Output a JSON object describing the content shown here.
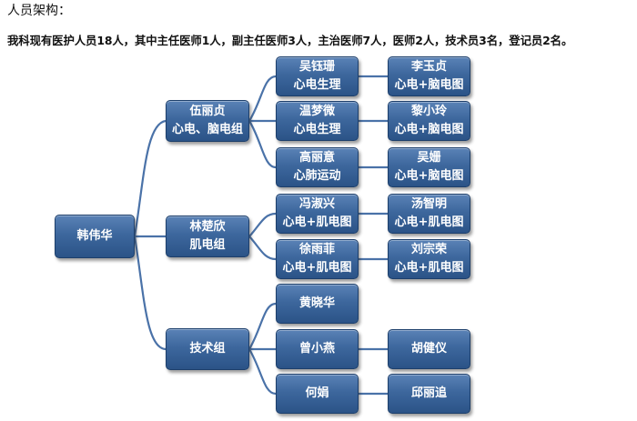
{
  "heading": "人员架构：",
  "description": "我科现有医护人员18人，其中主任医师1人，副主任医师3人，主治医师7人，医师2人，技术员3名，登记员2名。",
  "root": {
    "name": "韩伟华"
  },
  "groups": [
    {
      "name": "伍丽贞",
      "subtitle": "心电、脑电组"
    },
    {
      "name": "林楚欣",
      "subtitle": "肌电组"
    },
    {
      "name": "技术组",
      "subtitle": ""
    }
  ],
  "members": [
    {
      "name": "吴钰珊",
      "role": "心电生理"
    },
    {
      "name": "温梦微",
      "role": "心电生理"
    },
    {
      "name": "高丽意",
      "role": "心肺运动"
    },
    {
      "name": "冯淑兴",
      "role": "心电+肌电图"
    },
    {
      "name": "徐雨菲",
      "role": "心电+肌电图"
    },
    {
      "name": "黄晓华",
      "role": ""
    },
    {
      "name": "曾小燕",
      "role": ""
    },
    {
      "name": "何娟",
      "role": ""
    }
  ],
  "sub_members": [
    {
      "name": "李玉贞",
      "role": "心电+脑电图"
    },
    {
      "name": "黎小玲",
      "role": "心电+脑电图"
    },
    {
      "name": "吴姗",
      "role": "心电+脑电图"
    },
    {
      "name": "汤智明",
      "role": "心电+肌电图"
    },
    {
      "name": "刘宗荣",
      "role": "心电+肌电图"
    },
    {
      "name": "胡健仪",
      "role": ""
    },
    {
      "name": "邱丽追",
      "role": ""
    }
  ]
}
